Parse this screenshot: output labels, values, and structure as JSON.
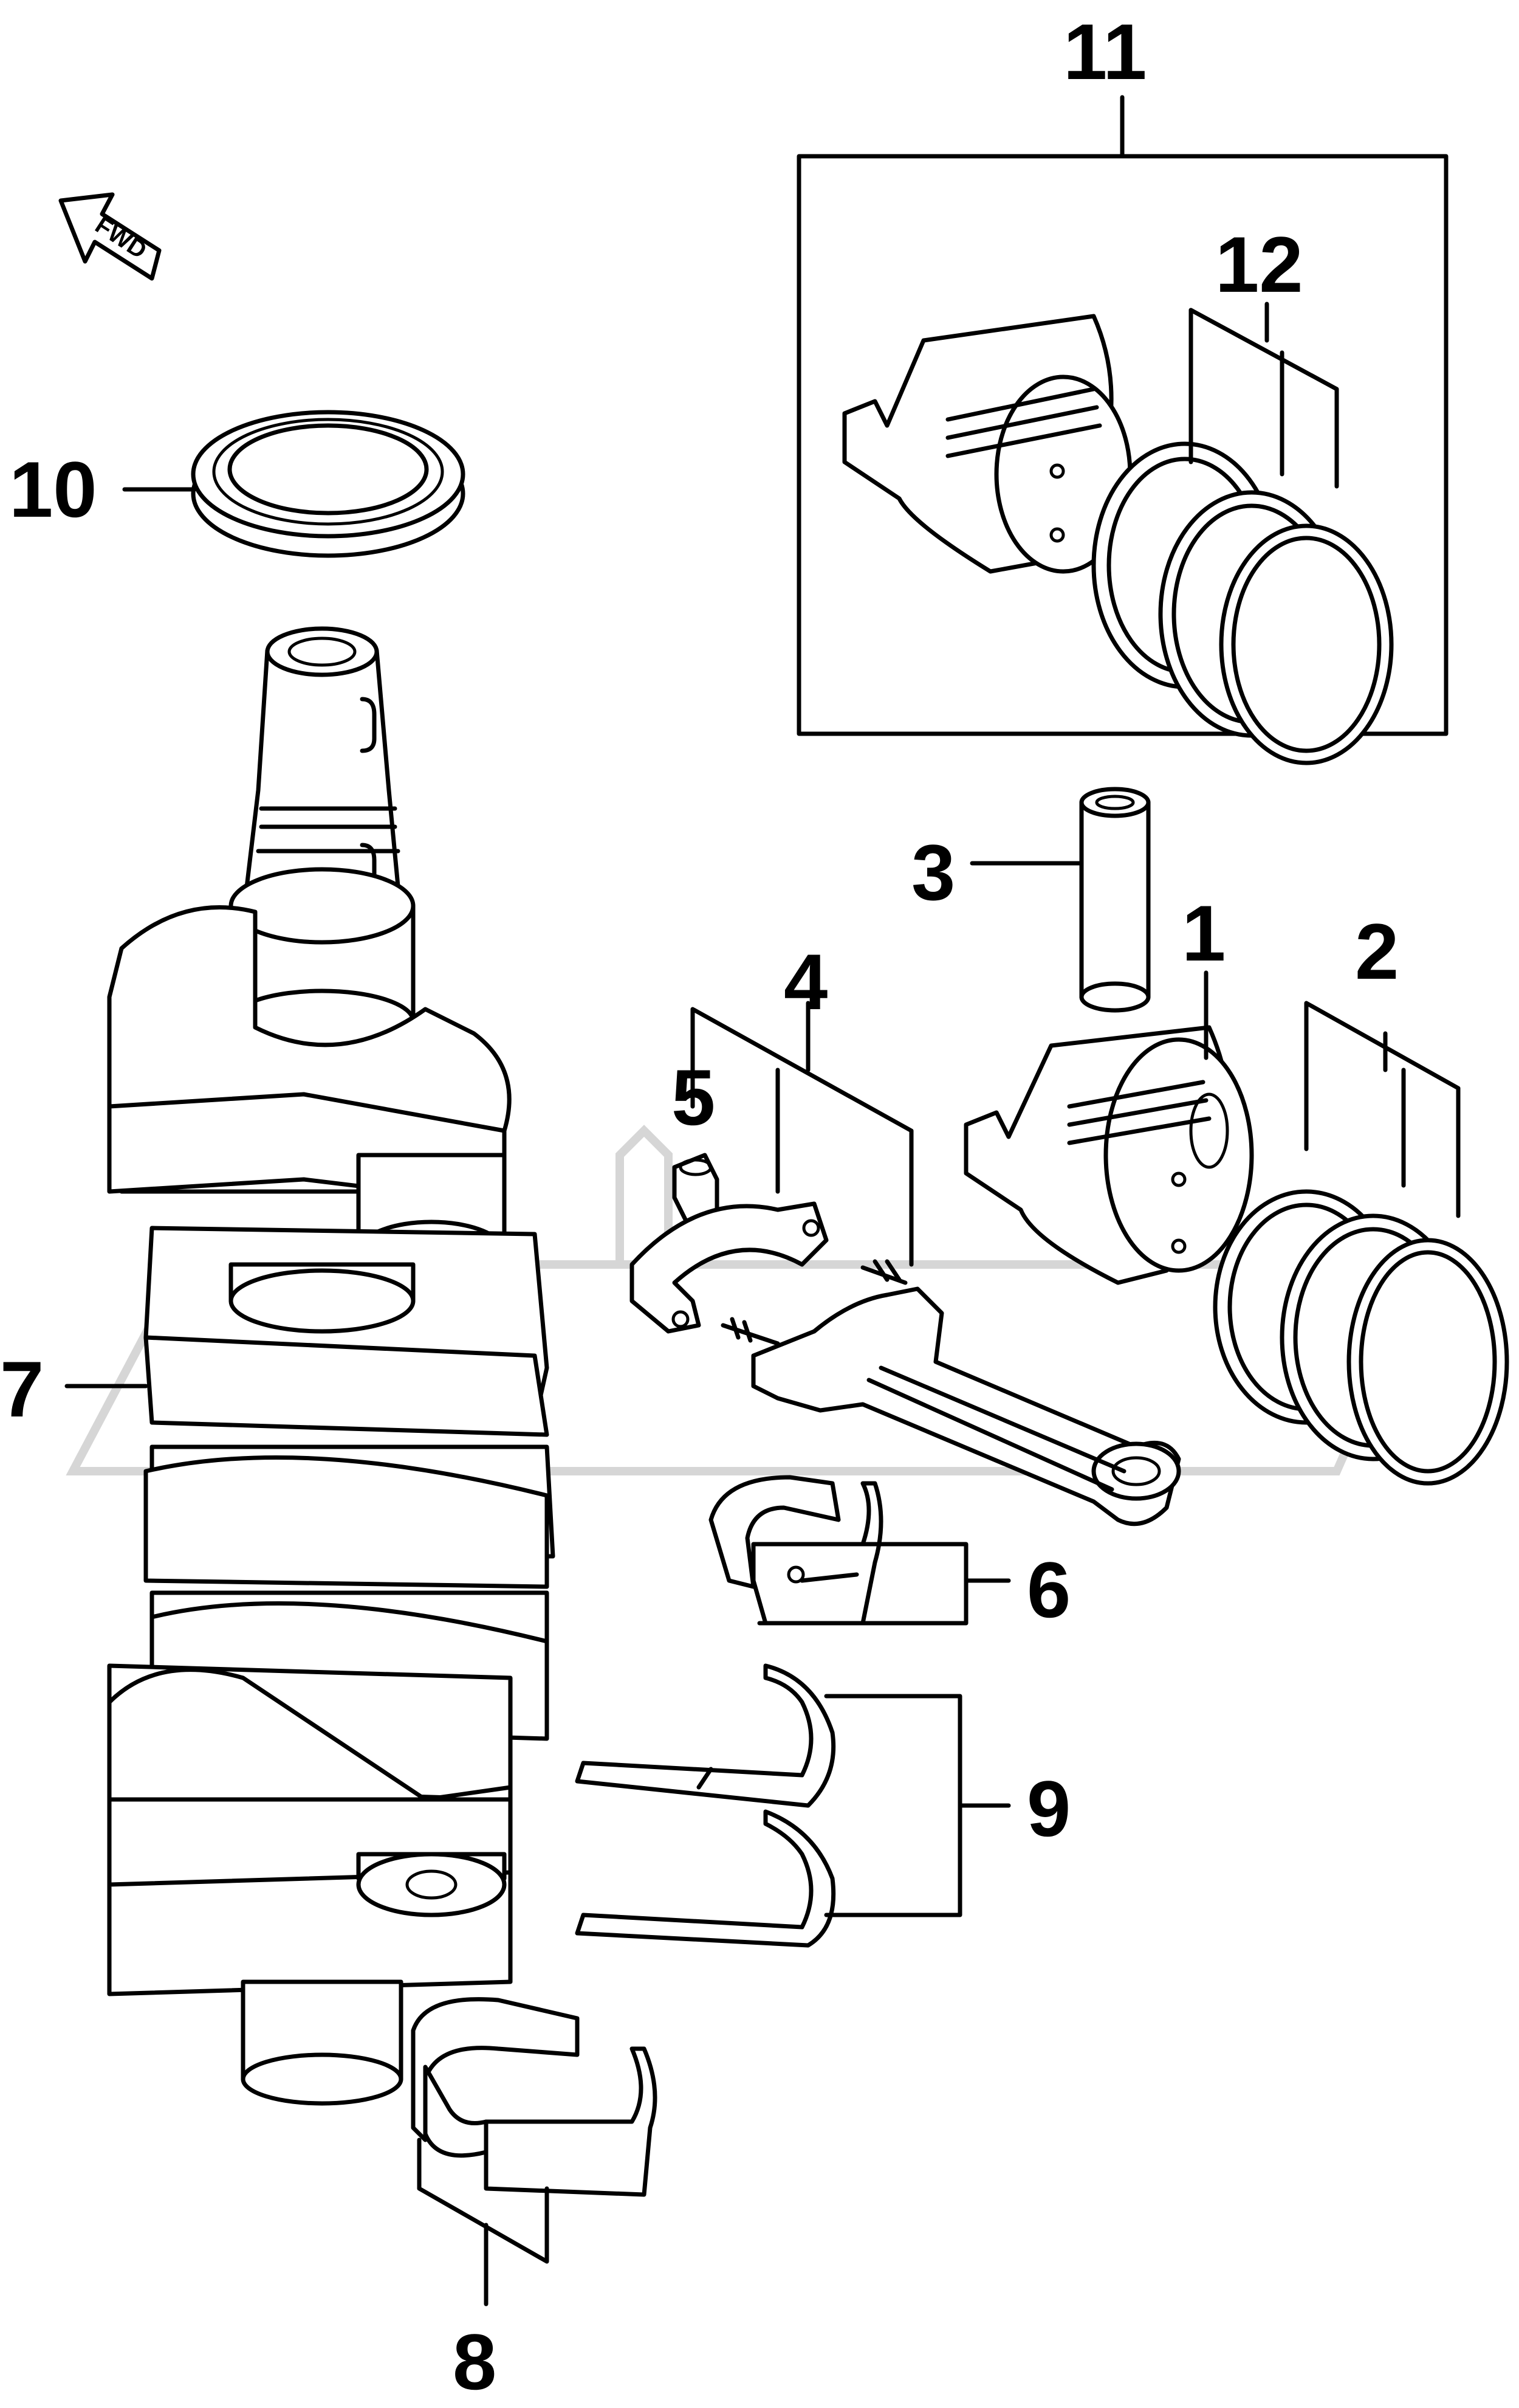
{
  "direction_label": "FWD",
  "callouts": {
    "c1": "1",
    "c2": "2",
    "c3": "3",
    "c4": "4",
    "c5": "5",
    "c6": "6",
    "c7": "7",
    "c8": "8",
    "c9": "9",
    "c10": "10",
    "c11": "11",
    "c12": "12"
  }
}
